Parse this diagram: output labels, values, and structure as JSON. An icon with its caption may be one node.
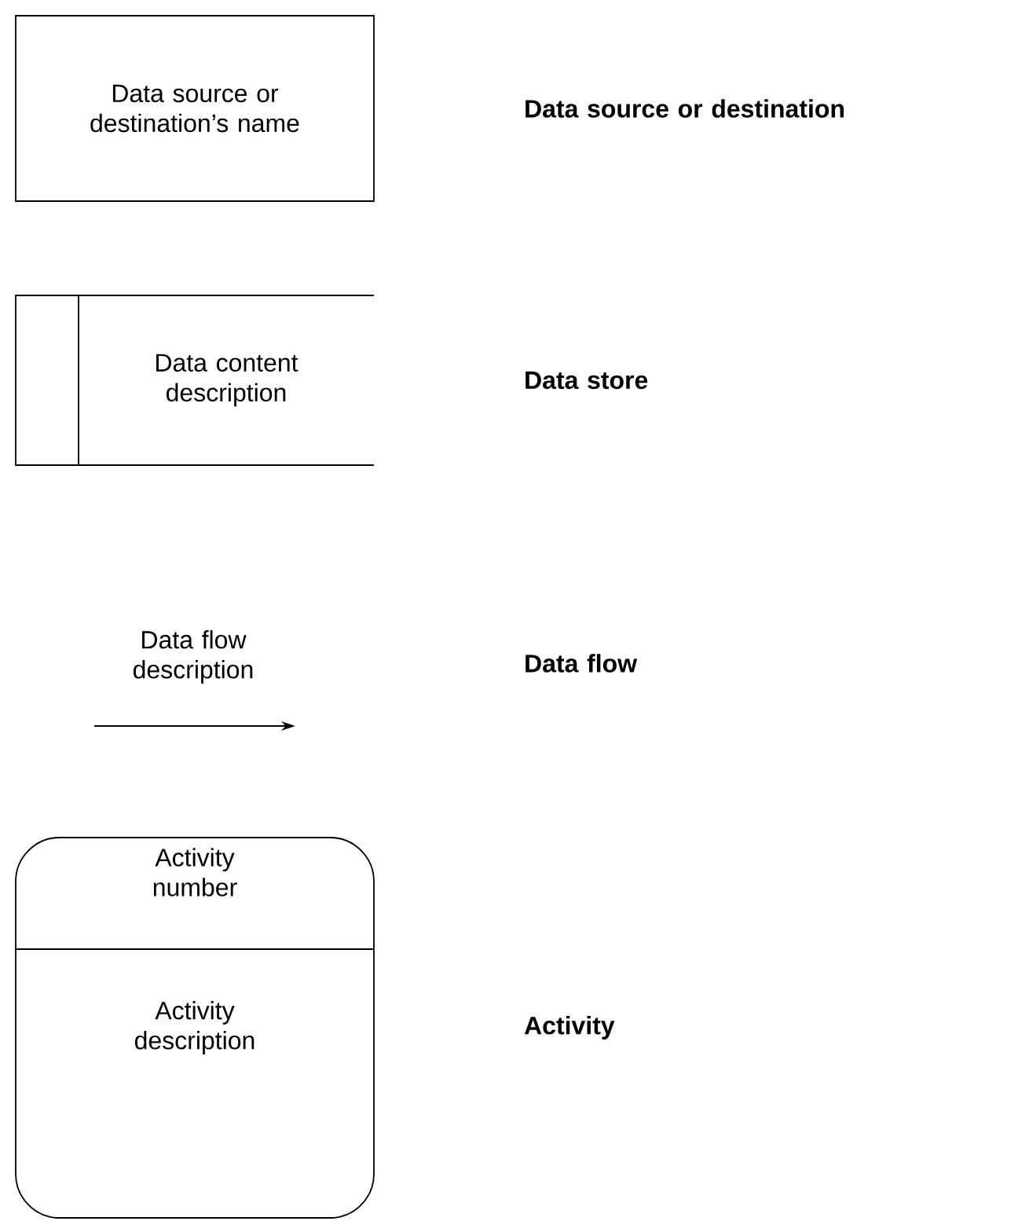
{
  "diagram": {
    "nodes": [
      {
        "text": [
          "Data source or destination’s name"
        ]
      },
      {
        "text": [
          "Data content description"
        ]
      },
      {
        "text": [
          "Activity number",
          "Activity description"
        ]
      }
    ],
    "labels": [
      "Data source or destination",
      "Data store",
      "Data flow description",
      "Data flow",
      "Activity"
    ]
  }
}
